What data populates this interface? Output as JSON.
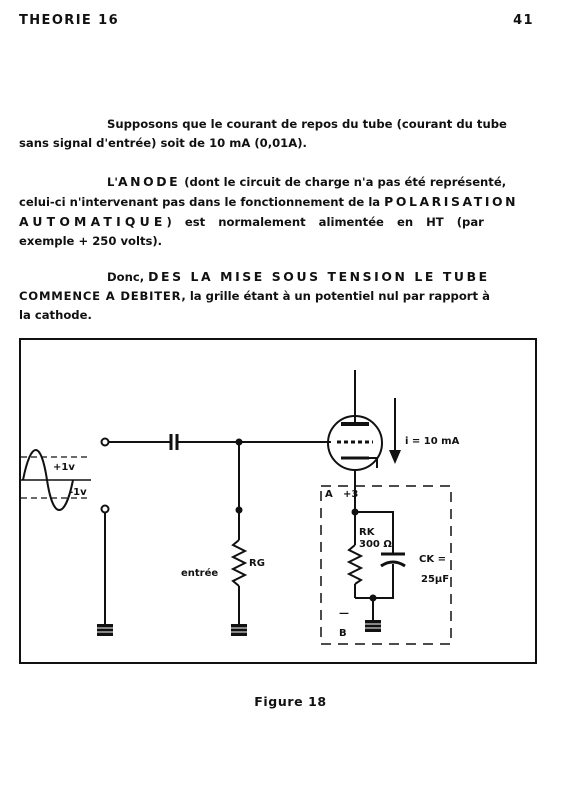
{
  "header": {
    "chapter": "THEORIE 16",
    "page_number": "41"
  },
  "paragraphs": {
    "p1": {
      "l1": "Supposons que le courant de repos du tube (courant du tube",
      "l2": "sans signal d'entrée) soit de 10 mA (0,01A)."
    },
    "p2": {
      "l1_a": "L'",
      "l1_b": "ANODE",
      "l1_c": " (dont le circuit de charge n'a pas été représenté,",
      "l2_a": "celui-ci n'intervenant pas dans le fonctionnement de la ",
      "l2_b": "POLARISATION",
      "l3_a": "AUTOMATIQUE",
      "l3_b": ") est normalement alimentée en HT (par",
      "l4": "exemple + 250 volts)."
    },
    "p3": {
      "l1_a": "Donc, ",
      "l1_b": "DES LA MISE SOUS TENSION LE TUBE",
      "l2_a": "COMMENCE A DEBITER",
      "l2_b": ", la grille étant à un potentiel nul par rapport à",
      "l3": "la cathode."
    }
  },
  "figure": {
    "labels": {
      "plus_1v": "+1v",
      "minus_1v": "-1v",
      "current": "i = 10 mA",
      "node_a": "A",
      "plus_3": "+3",
      "rk": "RK",
      "rk_value": "300 Ω",
      "ck": "CK =",
      "ck_value": "25µF",
      "input": "entrée",
      "rg": "RG",
      "node_b": "B",
      "minus": "—"
    }
  },
  "caption": "Figure 18"
}
